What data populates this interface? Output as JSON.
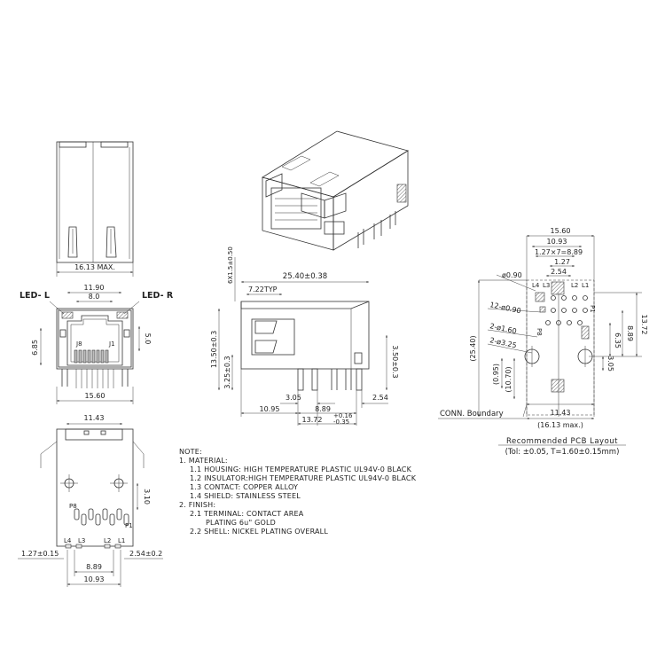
{
  "front_view": {
    "led_left": "LED- L",
    "led_right": "LED- R",
    "dim_top_outer": "11.90",
    "dim_top_inner": "8.0",
    "dim_left_height": "6.85",
    "dim_right_height": "5.0",
    "dim_width": "15.60",
    "pin_j8": "J8",
    "pin_j1": "J1"
  },
  "top_view": {
    "dim_width_max": "16.13 MAX."
  },
  "side_view": {
    "dim_offset": "6X1.5±0.50",
    "dim_length": "25.40±0.38",
    "dim_typ": "7.22TYP",
    "dim_height": "13.50±0.3",
    "dim_pin_height": "3.25±0.3",
    "dim_right_pin": "3.50±0.3",
    "dim_305": "3.05",
    "dim_254": "2.54",
    "dim_1095": "10.95",
    "dim_889": "8.89",
    "dim_1372": "13.72",
    "dim_1372_tol_plus": "+0.16",
    "dim_1372_tol_minus": "-0.35"
  },
  "bottom_view": {
    "dim_top_width": "11.43",
    "dim_310": "3.10",
    "pin_p8": "P8",
    "pin_p1": "P1",
    "pin_l4": "L4",
    "pin_l3": "L3",
    "pin_l2": "L2",
    "pin_l1": "L1",
    "dim_left": "1.27±0.15",
    "dim_right": "2.54±0.2",
    "dim_889": "8.89",
    "dim_1093": "10.93"
  },
  "pcb_layout": {
    "dim_1560": "15.60",
    "dim_1093": "10.93",
    "dim_127x7": "1.27×7=8.89",
    "dim_127": "1.27",
    "dim_254": "2.54",
    "dim_hole090": "ø0.90",
    "dim_12x": "12-ø0.90",
    "dim_2x160": "2-ø1.60",
    "dim_2x325": "2-ø3.25",
    "dim_2540": "(25.40)",
    "dim_095": "(0.95)",
    "dim_1070": "(10.70)",
    "dim_1372": "13.72",
    "dim_889": "8.89",
    "dim_635": "6.35",
    "dim_305": "3.05",
    "dim_1143": "11.43",
    "dim_1613": "(16.13 max.)",
    "conn_boundary": "CONN. Boundary",
    "title": "Recommended PCB Layout",
    "tolerance": "(Tol: ±0.05, T=1.60±0.15mm)",
    "pin_l4": "L4",
    "pin_l3": "L3",
    "pin_l2": "L2",
    "pin_l1": "L1",
    "pin_p1": "P1",
    "pin_p8": "P8"
  },
  "notes": {
    "heading": "NOTE:",
    "lines": [
      "1.  MATERIAL:",
      "1.1  HOUSING: HIGH TEMPERATURE PLASTIC  UL94V-0  BLACK",
      "1.2  INSULATOR:HIGH TEMPERATURE PLASTIC  UL94V-0  BLACK",
      "1.3  CONTACT: COPPER ALLOY",
      "1.4  SHIELD: STAINLESS STEEL",
      "2.  FINISH:",
      "2.1  TERMINAL: CONTACT AREA",
      "PLATING 6u\" GOLD",
      "2.2  SHELL: NICKEL PLATING OVERALL"
    ]
  }
}
